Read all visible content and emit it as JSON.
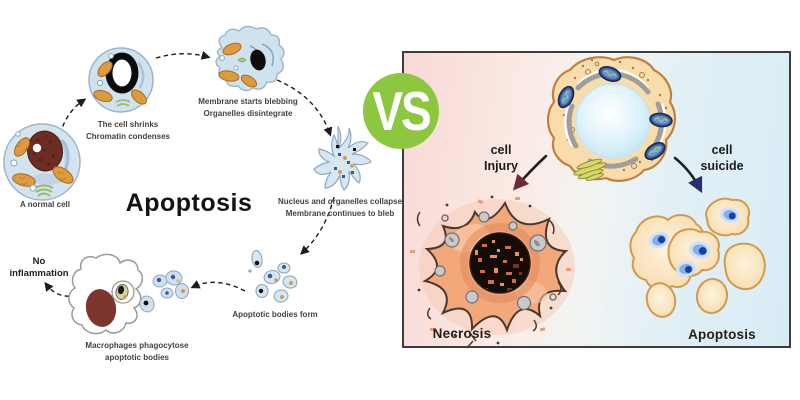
{
  "left_panel": {
    "title": "Apoptosis",
    "stages": {
      "normal": {
        "line1": "A normal cell"
      },
      "shrink": {
        "line1": "The cell shrinks",
        "line2": "Chromatin condenses"
      },
      "blebbing": {
        "line1": "Membrane starts blebbing",
        "line2": "Organelles disintegrate"
      },
      "collapse": {
        "line1": "Nucleus and organelles collapse",
        "line2": "Membrane continues to bleb"
      },
      "bodies": {
        "line1": "Apoptotic bodies form"
      },
      "macrophages": {
        "line1": "Macrophages phagocytose",
        "line2": "apoptotic bodies"
      },
      "outcome": {
        "line1": "No",
        "line2": "inflammation"
      }
    }
  },
  "divider": {
    "vs_label": "VS",
    "vs_color": "#8dc63f"
  },
  "right_panel": {
    "injury": {
      "line1": "cell",
      "line2": "Injury"
    },
    "suicide": {
      "line1": "cell",
      "line2": "suicide"
    },
    "outcome_left": "Necrosis",
    "outcome_right": "Apoptosis",
    "background_left": "#f8d9d6",
    "background_right": "#d8ecf6",
    "border_color": "#3d3d3d"
  },
  "palette": {
    "cycle_cell_fill": "#d3e4ef",
    "cycle_cell_stroke": "#9db4c8",
    "mitochondria_orange": "#df9a40",
    "nucleus_maroon": "#6e2d24",
    "healthy_cell_fill": "#f8dcab",
    "healthy_cell_stroke": "#c08040",
    "necrosis_cell_fill": "#f3a87c",
    "apoptotic_body_fill": "#f8e2ba",
    "injury_arrowhead": "#722837",
    "suicide_arrowhead": "#2e2c6e"
  }
}
